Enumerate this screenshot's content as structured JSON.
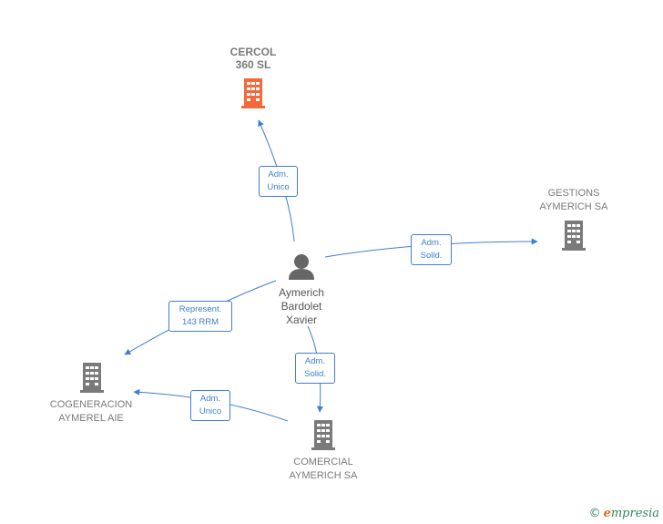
{
  "colors": {
    "edge": "#3f7fcf",
    "company_gray": "#7a7a7a",
    "company_highlight": "#f26a3c",
    "person": "#666666"
  },
  "nodes": {
    "center_person": {
      "name": "Aymerich\nBardolet\nXavier",
      "icon": "person-icon"
    },
    "cercol": {
      "name": "CERCOL\n360  SL",
      "icon": "building-icon",
      "highlight": true
    },
    "gestions": {
      "name": "GESTIONS\nAYMERICH SA",
      "icon": "building-icon"
    },
    "cogeneracion": {
      "name": "COGENERACION\nAYMEREL AIE",
      "icon": "building-icon"
    },
    "comercial": {
      "name": "COMERCIAL\nAYMERICH SA",
      "icon": "building-icon"
    }
  },
  "edges": {
    "to_cercol": [
      "Adm.",
      "Unico"
    ],
    "to_gestions": [
      "Adm.",
      "Solid."
    ],
    "to_cogeneracion": [
      "Represent.",
      "143 RRM"
    ],
    "to_comercial": [
      "Adm.",
      "Solid."
    ],
    "comercial_to_cogeneracion": [
      "Adm.",
      "Unico"
    ]
  },
  "footer": {
    "copyright_symbol": "©",
    "brand_initial": "e",
    "brand_rest": "mpresia"
  }
}
